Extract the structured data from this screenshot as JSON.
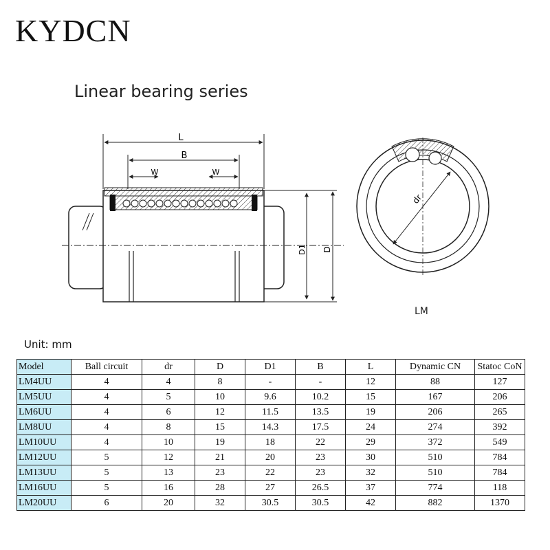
{
  "brand": "KYDCN",
  "title": "Linear bearing series",
  "drawing": {
    "label_L": "L",
    "label_B": "B",
    "label_W": "W",
    "label_D1": "D1",
    "label_D": "D",
    "label_dr": "dr",
    "end_view_label": "LM"
  },
  "unit_text": "Unit: mm",
  "table": {
    "headers": [
      "Model",
      "Ball circuit",
      "dr",
      "D",
      "D1",
      "B",
      "L",
      "Dynamic CN",
      "Statoc CoN"
    ],
    "rows": [
      [
        "LM4UU",
        "4",
        "4",
        "8",
        "-",
        "-",
        "12",
        "88",
        "127"
      ],
      [
        "LM5UU",
        "4",
        "5",
        "10",
        "9.6",
        "10.2",
        "15",
        "167",
        "206"
      ],
      [
        "LM6UU",
        "4",
        "6",
        "12",
        "11.5",
        "13.5",
        "19",
        "206",
        "265"
      ],
      [
        "LM8UU",
        "4",
        "8",
        "15",
        "14.3",
        "17.5",
        "24",
        "274",
        "392"
      ],
      [
        "LM10UU",
        "4",
        "10",
        "19",
        "18",
        "22",
        "29",
        "372",
        "549"
      ],
      [
        "LM12UU",
        "5",
        "12",
        "21",
        "20",
        "23",
        "30",
        "510",
        "784"
      ],
      [
        "LM13UU",
        "5",
        "13",
        "23",
        "22",
        "23",
        "32",
        "510",
        "784"
      ],
      [
        "LM16UU",
        "5",
        "16",
        "28",
        "27",
        "26.5",
        "37",
        "774",
        "118"
      ],
      [
        "LM20UU",
        "6",
        "20",
        "32",
        "30.5",
        "30.5",
        "42",
        "882",
        "1370"
      ]
    ]
  },
  "colors": {
    "model_column_bg": "#c8ecf6",
    "line": "#222222"
  }
}
